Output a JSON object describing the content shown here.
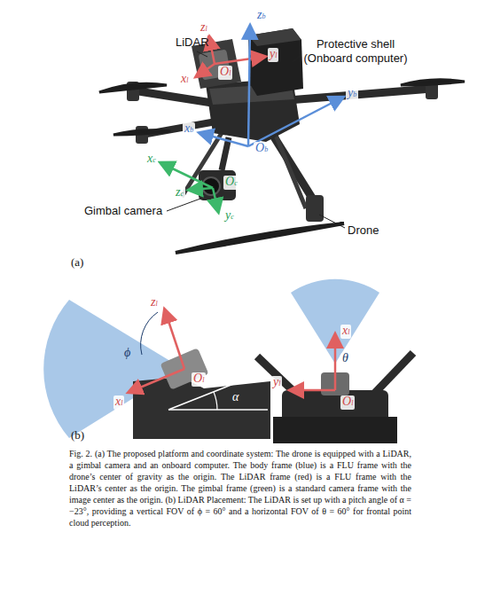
{
  "diagram": {
    "caption": "Fig. 2. (a) The proposed platform and coordinate system: The drone is equipped with a LiDAR, a gimbal camera and an onboard computer. The body frame (blue) is a FLU frame with the drone’s center of gravity as the origin. The LiDAR frame (red) is a FLU frame with the LiDAR’s center as the origin. The gimbal frame (green) is a standard camera frame with the image center as the origin. (b) LiDAR Placement: The LiDAR is set up with a pitch angle of α = −23°, providing a vertical FOV of ϕ = 60° and a horizontal FOV of θ = 60° for frontal point cloud perception.",
    "labels": [
      "LiDAR",
      "Protective shell (Onboard computer)",
      "zl",
      "xl",
      "Ol",
      "yl",
      "zb",
      "yb",
      "xb",
      "Ob",
      "xc",
      "zc",
      "Oc",
      "yc",
      "Gimbal camera",
      "Drone",
      "(a)",
      "zl",
      "ϕ",
      "Ol",
      "xl",
      "α",
      "xl",
      "θ",
      "Ol",
      "yl",
      "(b)"
    ]
  }
}
